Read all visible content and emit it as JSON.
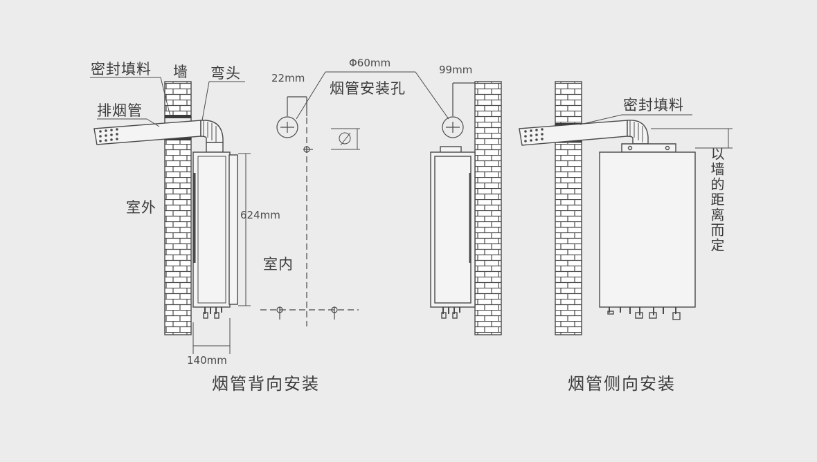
{
  "labels": {
    "sealant": "密封填料",
    "wall": "墙",
    "elbow": "弯头",
    "exhaust_pipe": "排烟管",
    "outdoor": "室外",
    "indoor": "室内",
    "hole": "烟管安装孔",
    "sealant_side": "密封填料",
    "side_distance": "以墙的距离而定"
  },
  "dimensions": {
    "diameter": "Φ60mm",
    "offset_22": "22mm",
    "offset_99": "99mm",
    "height": "624mm",
    "depth": "140mm"
  },
  "captions": {
    "rear": "烟管背向安装",
    "side": "烟管侧向安装"
  },
  "colors": {
    "line": "#4a4a4a",
    "background": "#ececec",
    "heater_fill": "#f4f4f4"
  }
}
